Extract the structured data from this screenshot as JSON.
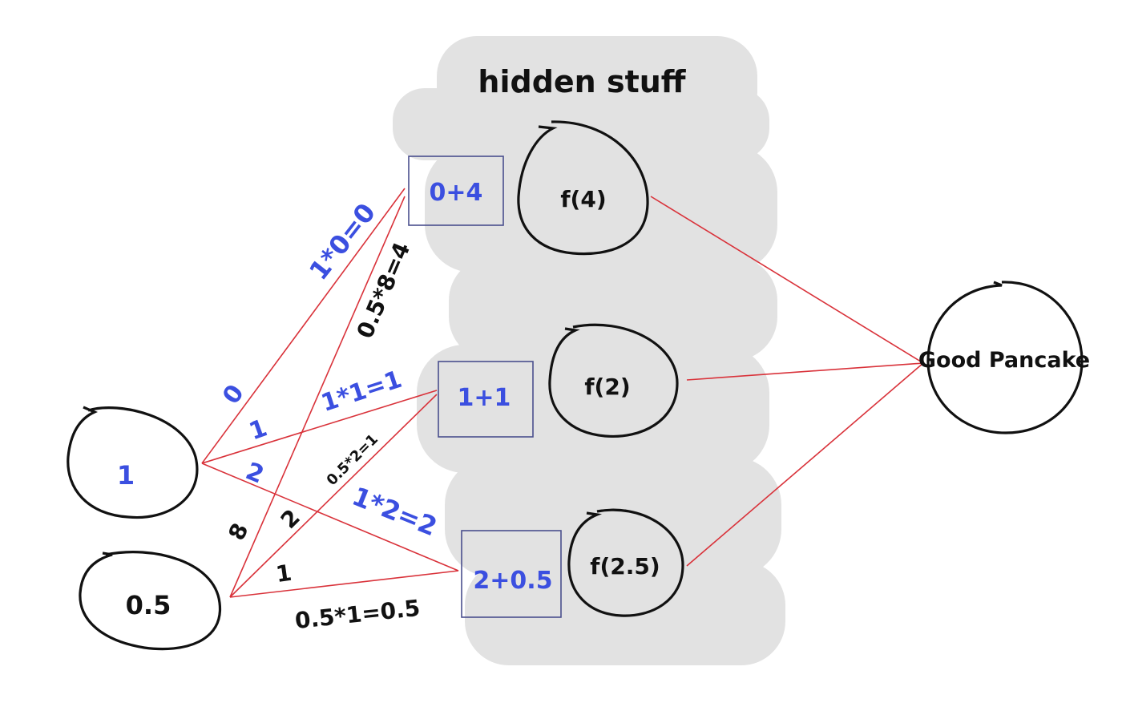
{
  "hidden_label": "hidden stuff",
  "inputs": [
    {
      "id": "in1",
      "value": "1"
    },
    {
      "id": "in2",
      "value": "0.5"
    }
  ],
  "weights_from_in1": [
    "0",
    "1",
    "2"
  ],
  "weights_from_in2": [
    "8",
    "2",
    "1"
  ],
  "products_in1": [
    "1*0=0",
    "1*1=1",
    "1*2=2"
  ],
  "products_in2": [
    "0.5*8=4",
    "0.5*2=1",
    "0.5*1=0.5"
  ],
  "sums": [
    "0+4",
    "1+1",
    "2+0.5"
  ],
  "activations": [
    "f(4)",
    "f(2)",
    "f(2.5)"
  ],
  "output": "Good Pancake",
  "colors": {
    "edge": "#d9323a",
    "blue_text": "#3b4fe0",
    "hidden_bg": "#e2e2e2",
    "box_border": "#4a4f8e"
  }
}
